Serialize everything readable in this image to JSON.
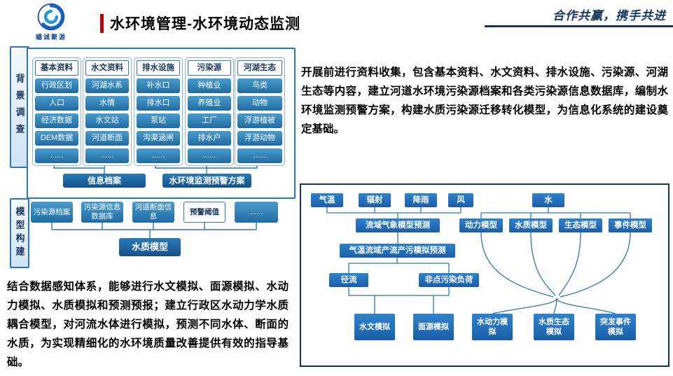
{
  "header": {
    "logo_text": "蟠诚聚源",
    "title": "水环境管理-水环境动态监测",
    "slogan": "合作共赢，携手共进"
  },
  "left": {
    "section1_label": "背景调查",
    "section2_label": "模型构建",
    "survey": {
      "columns": [
        {
          "header": "基本资料",
          "items": [
            "行政区划",
            "人口",
            "经济数据",
            "DEM数据",
            "......"
          ]
        },
        {
          "header": "水文资料",
          "items": [
            "河湖水系",
            "水情",
            "水文站",
            "河道断面",
            "......"
          ]
        },
        {
          "header": "排水设施",
          "items": [
            "补水口",
            "排水口",
            "泵站",
            "沟渠涵闸",
            "......"
          ]
        },
        {
          "header": "污染源",
          "items": [
            "种植业",
            "养殖业",
            "工厂",
            "排水户",
            "......"
          ]
        },
        {
          "header": "河湖生态",
          "items": [
            "鸟类",
            "动物",
            "浮游植被",
            "浮游动物",
            "......"
          ]
        }
      ],
      "outputs": [
        "信息档案",
        "水环境监测预警方案"
      ]
    },
    "model": {
      "inputs": [
        "污染源档案",
        "污染源信息数据库",
        "河道断面信息",
        "预警阈值",
        "......"
      ],
      "output": "水质模型"
    },
    "paragraph": "结合数据感知体系，能够进行水文模拟、面源模拟、水动力模拟、水质模拟和预测预报；建立行政区水动力学水质耦合模型，对河流水体进行模拟，预测不同水体、断面的水质，为实现精细化的水环境质量改善提供有效的指导基础。"
  },
  "right": {
    "paragraph": "开展前进行资料收集，包含基本资料、水文资料、排水设施、污染源、河湖生态等内容，建立河道水环境污染源档案和各类污染源信息数据库，编制水环境监测预警方案，构建水质污染源迁移转化模型，为信息化系统的建设奠定基础。",
    "flow": {
      "weather_inputs": [
        "气温",
        "辐射",
        "降雨",
        "风"
      ],
      "water_input": "水",
      "weather_model": "流域气象模型预测",
      "models": [
        "动力模型",
        "水质模型",
        "生态模型",
        "事件模型"
      ],
      "runoff_model": "气温流域产流产污模拟预测",
      "mid_nodes": [
        "径流",
        "非点污染负荷"
      ],
      "simulations": [
        "水文模拟",
        "面源模拟",
        "水动力模拟",
        "水质生态模拟",
        "突发事件模拟"
      ]
    }
  },
  "colors": {
    "accent_red": "#c00000",
    "navy": "#17365d",
    "box_blue": "#1f6ba3",
    "dark_box_blue": "#145188",
    "border_blue": "#2e75b6"
  }
}
